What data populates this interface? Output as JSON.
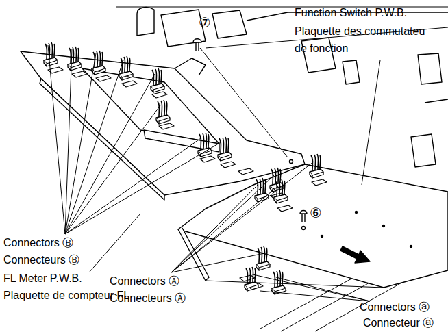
{
  "diagram": {
    "labels": [
      "Function Switch P.W.B.",
      "Plaquette des commutateu",
      "de fonction",
      "⑦",
      "⑥",
      "Connectors Ⓑ",
      "Connecteurs Ⓑ",
      "FL Meter P.W.B.",
      "Plaquette de compteur FL",
      "Connectors Ⓐ",
      "Connecteurs Ⓐ",
      "Connectors ⓐ",
      "Connecteur ⓐ"
    ]
  }
}
